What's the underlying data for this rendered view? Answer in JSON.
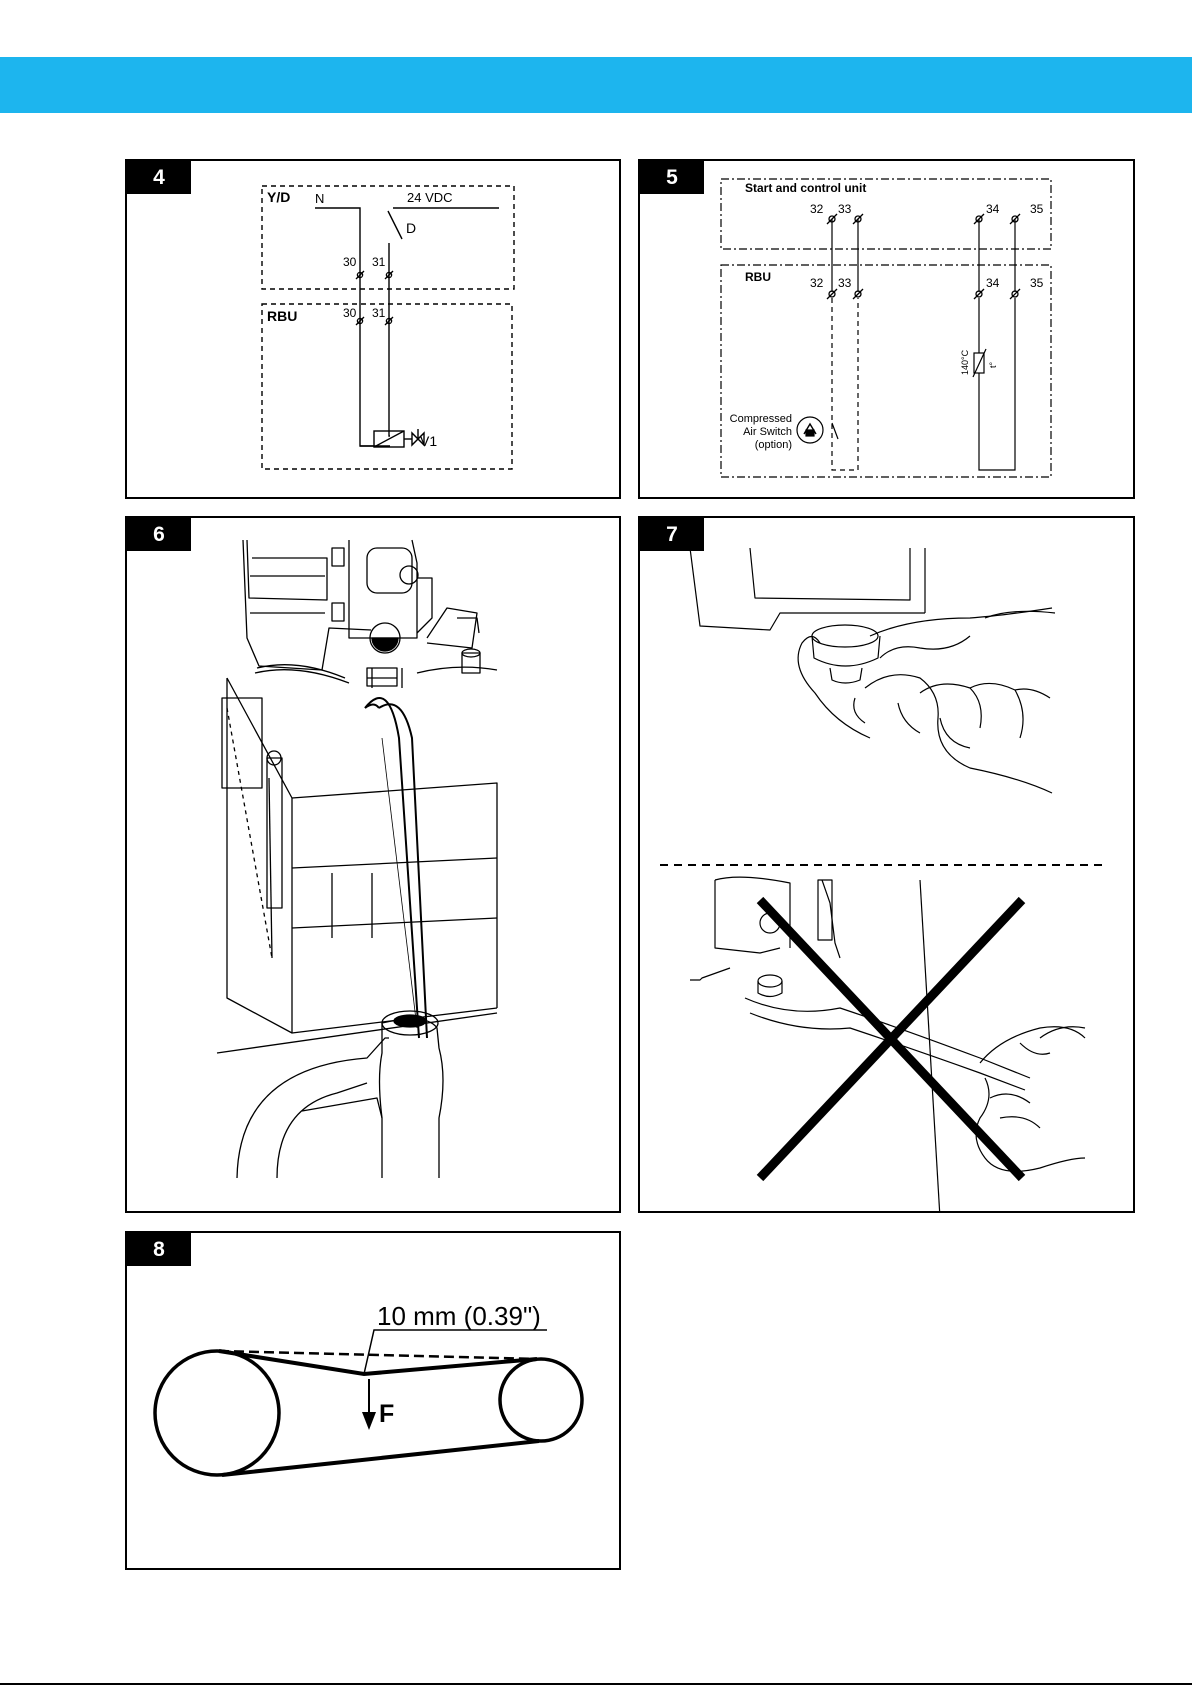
{
  "header": {
    "bar_color": "#1db5ee"
  },
  "panels": [
    {
      "number": "4",
      "labels": {
        "yd": "Y/D",
        "n": "N",
        "vdc": "24 VDC",
        "d": "D",
        "t30a": "30",
        "t31a": "31",
        "rbu": "RBU",
        "t30b": "30",
        "t31b": "31",
        "v1": "V1"
      }
    },
    {
      "number": "5",
      "labels": {
        "start_unit": "Start and control unit",
        "t32a": "32",
        "t33a": "33",
        "t34a": "34",
        "t35a": "35",
        "rbu": "RBU",
        "t32b": "32",
        "t33b": "33",
        "t34b": "34",
        "t35b": "35",
        "temp": "140°C",
        "t_sym": "t°",
        "switch_1": "Compressed",
        "switch_2": "Air Switch",
        "switch_3": "(option)"
      }
    },
    {
      "number": "6",
      "icon": "oil-drain-illustration"
    },
    {
      "number": "7",
      "icon": "filter-by-hand-illustration"
    },
    {
      "number": "8",
      "labels": {
        "deflection": "10 mm (0.39\")",
        "force": "F"
      }
    }
  ]
}
